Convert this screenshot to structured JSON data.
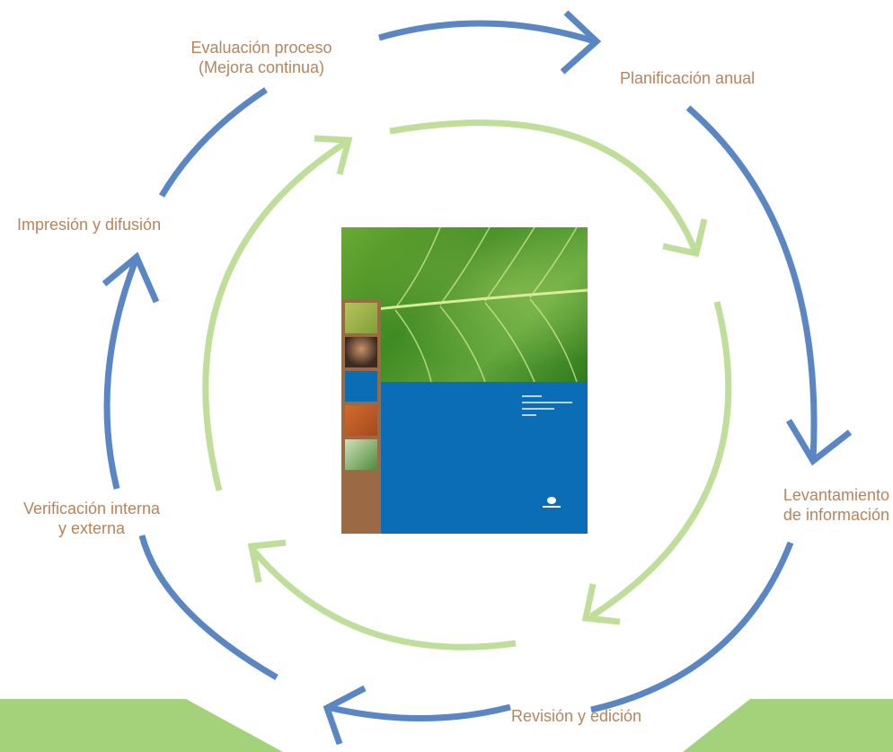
{
  "diagram": {
    "steps": [
      {
        "id": "planificacion",
        "lines": [
          "Planificación anual"
        ]
      },
      {
        "id": "levantamiento",
        "lines": [
          "Levantamiento",
          "de información"
        ]
      },
      {
        "id": "revision",
        "lines": [
          "Revisión y edición"
        ]
      },
      {
        "id": "verificacion",
        "lines": [
          "Verificación interna",
          "y externa"
        ]
      },
      {
        "id": "impresion",
        "lines": [
          "Impresión y difusión"
        ]
      },
      {
        "id": "evaluacion",
        "lines": [
          "Evaluación proceso",
          "(Mejora continua)"
        ]
      }
    ]
  },
  "colors": {
    "outer_cycle": "#5a86c4",
    "inner_cycle": "#bfde99",
    "bottom_band": "#a4d27a",
    "label_text": "#b9845a",
    "cover_blue": "#0a6db5"
  }
}
